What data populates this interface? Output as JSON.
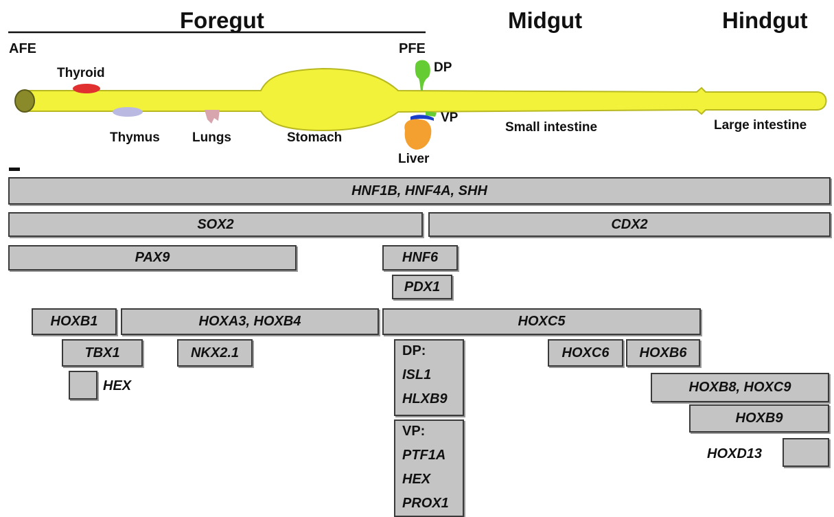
{
  "regions": {
    "foregut": "Foregut",
    "midgut": "Midgut",
    "hindgut": "Hindgut"
  },
  "ends": {
    "afe": "AFE",
    "pfe": "PFE"
  },
  "organs": {
    "thyroid": "Thyroid",
    "thymus": "Thymus",
    "lungs": "Lungs",
    "stomach": "Stomach",
    "liver": "Liver",
    "small_intestine": "Small intestine",
    "large_intestine": "Large intestine"
  },
  "buds": {
    "dp": "DP",
    "vp": "VP"
  },
  "genes": {
    "hnf1b_hnf4a_shh": "HNF1B, HNF4A, SHH",
    "sox2": "SOX2",
    "cdx2": "CDX2",
    "pax9": "PAX9",
    "hnf6": "HNF6",
    "pdx1": "PDX1",
    "hoxb1": "HOXB1",
    "hoxa3_hoxb4": "HOXA3, HOXB4",
    "hoxc5": "HOXC5",
    "tbx1": "TBX1",
    "nkx2_1": "NKX2.1",
    "hex": "HEX",
    "dp_box": {
      "head": "DP:",
      "genes": [
        "ISL1",
        "HLXB9"
      ]
    },
    "vp_box": {
      "head": "VP:",
      "genes": [
        "PTF1A",
        "HEX",
        "PROX1"
      ]
    },
    "hoxc6": "HOXC6",
    "hoxb6": "HOXB6",
    "hoxb8_hoxc9": "HOXB8, HOXC9",
    "hoxb9": "HOXB9",
    "hoxd13": "HOXD13"
  },
  "colors": {
    "gut_tube": "#f2f23a",
    "gut_tube_outline": "#b8b820",
    "thyroid": "#e03030",
    "thymus": "#b9b9e2",
    "lungs": "#d8a4ad",
    "dorsal_pancreas": "#66cc33",
    "ventral_pancreas": "#1a3fc8",
    "liver": "#f4a030",
    "gene_box": "#c4c4c4"
  }
}
